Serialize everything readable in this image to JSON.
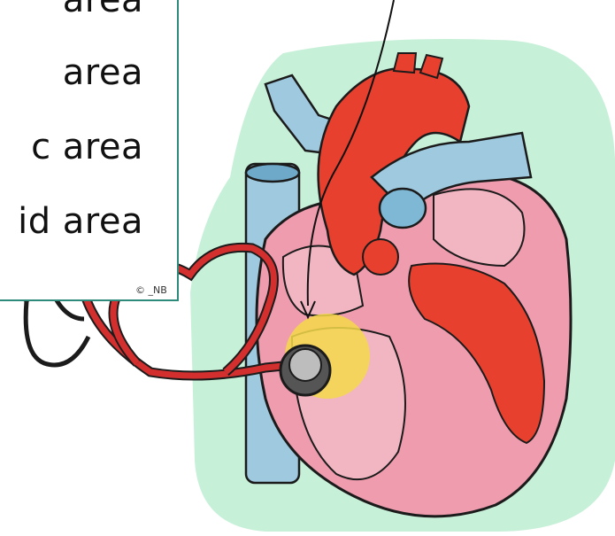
{
  "labels": [
    {
      "text": "area"
    },
    {
      "text": "area"
    },
    {
      "text": "c area"
    },
    {
      "text": "id area"
    }
  ],
  "credit": "© _NB",
  "colors": {
    "background_blob": "#c7f0d8",
    "aorta_red": "#e8402e",
    "vein_blue": "#9fc9de",
    "muscle_pink": "#ef9cae",
    "chamber_pink": "#f1b6c2",
    "stethoscope_red": "#d32f2f",
    "highlight_yellow": "#f5d94a",
    "box_border": "#2e8b7b"
  },
  "icons": [
    "heart-illustration",
    "stethoscope-icon",
    "pointer-arrow"
  ]
}
